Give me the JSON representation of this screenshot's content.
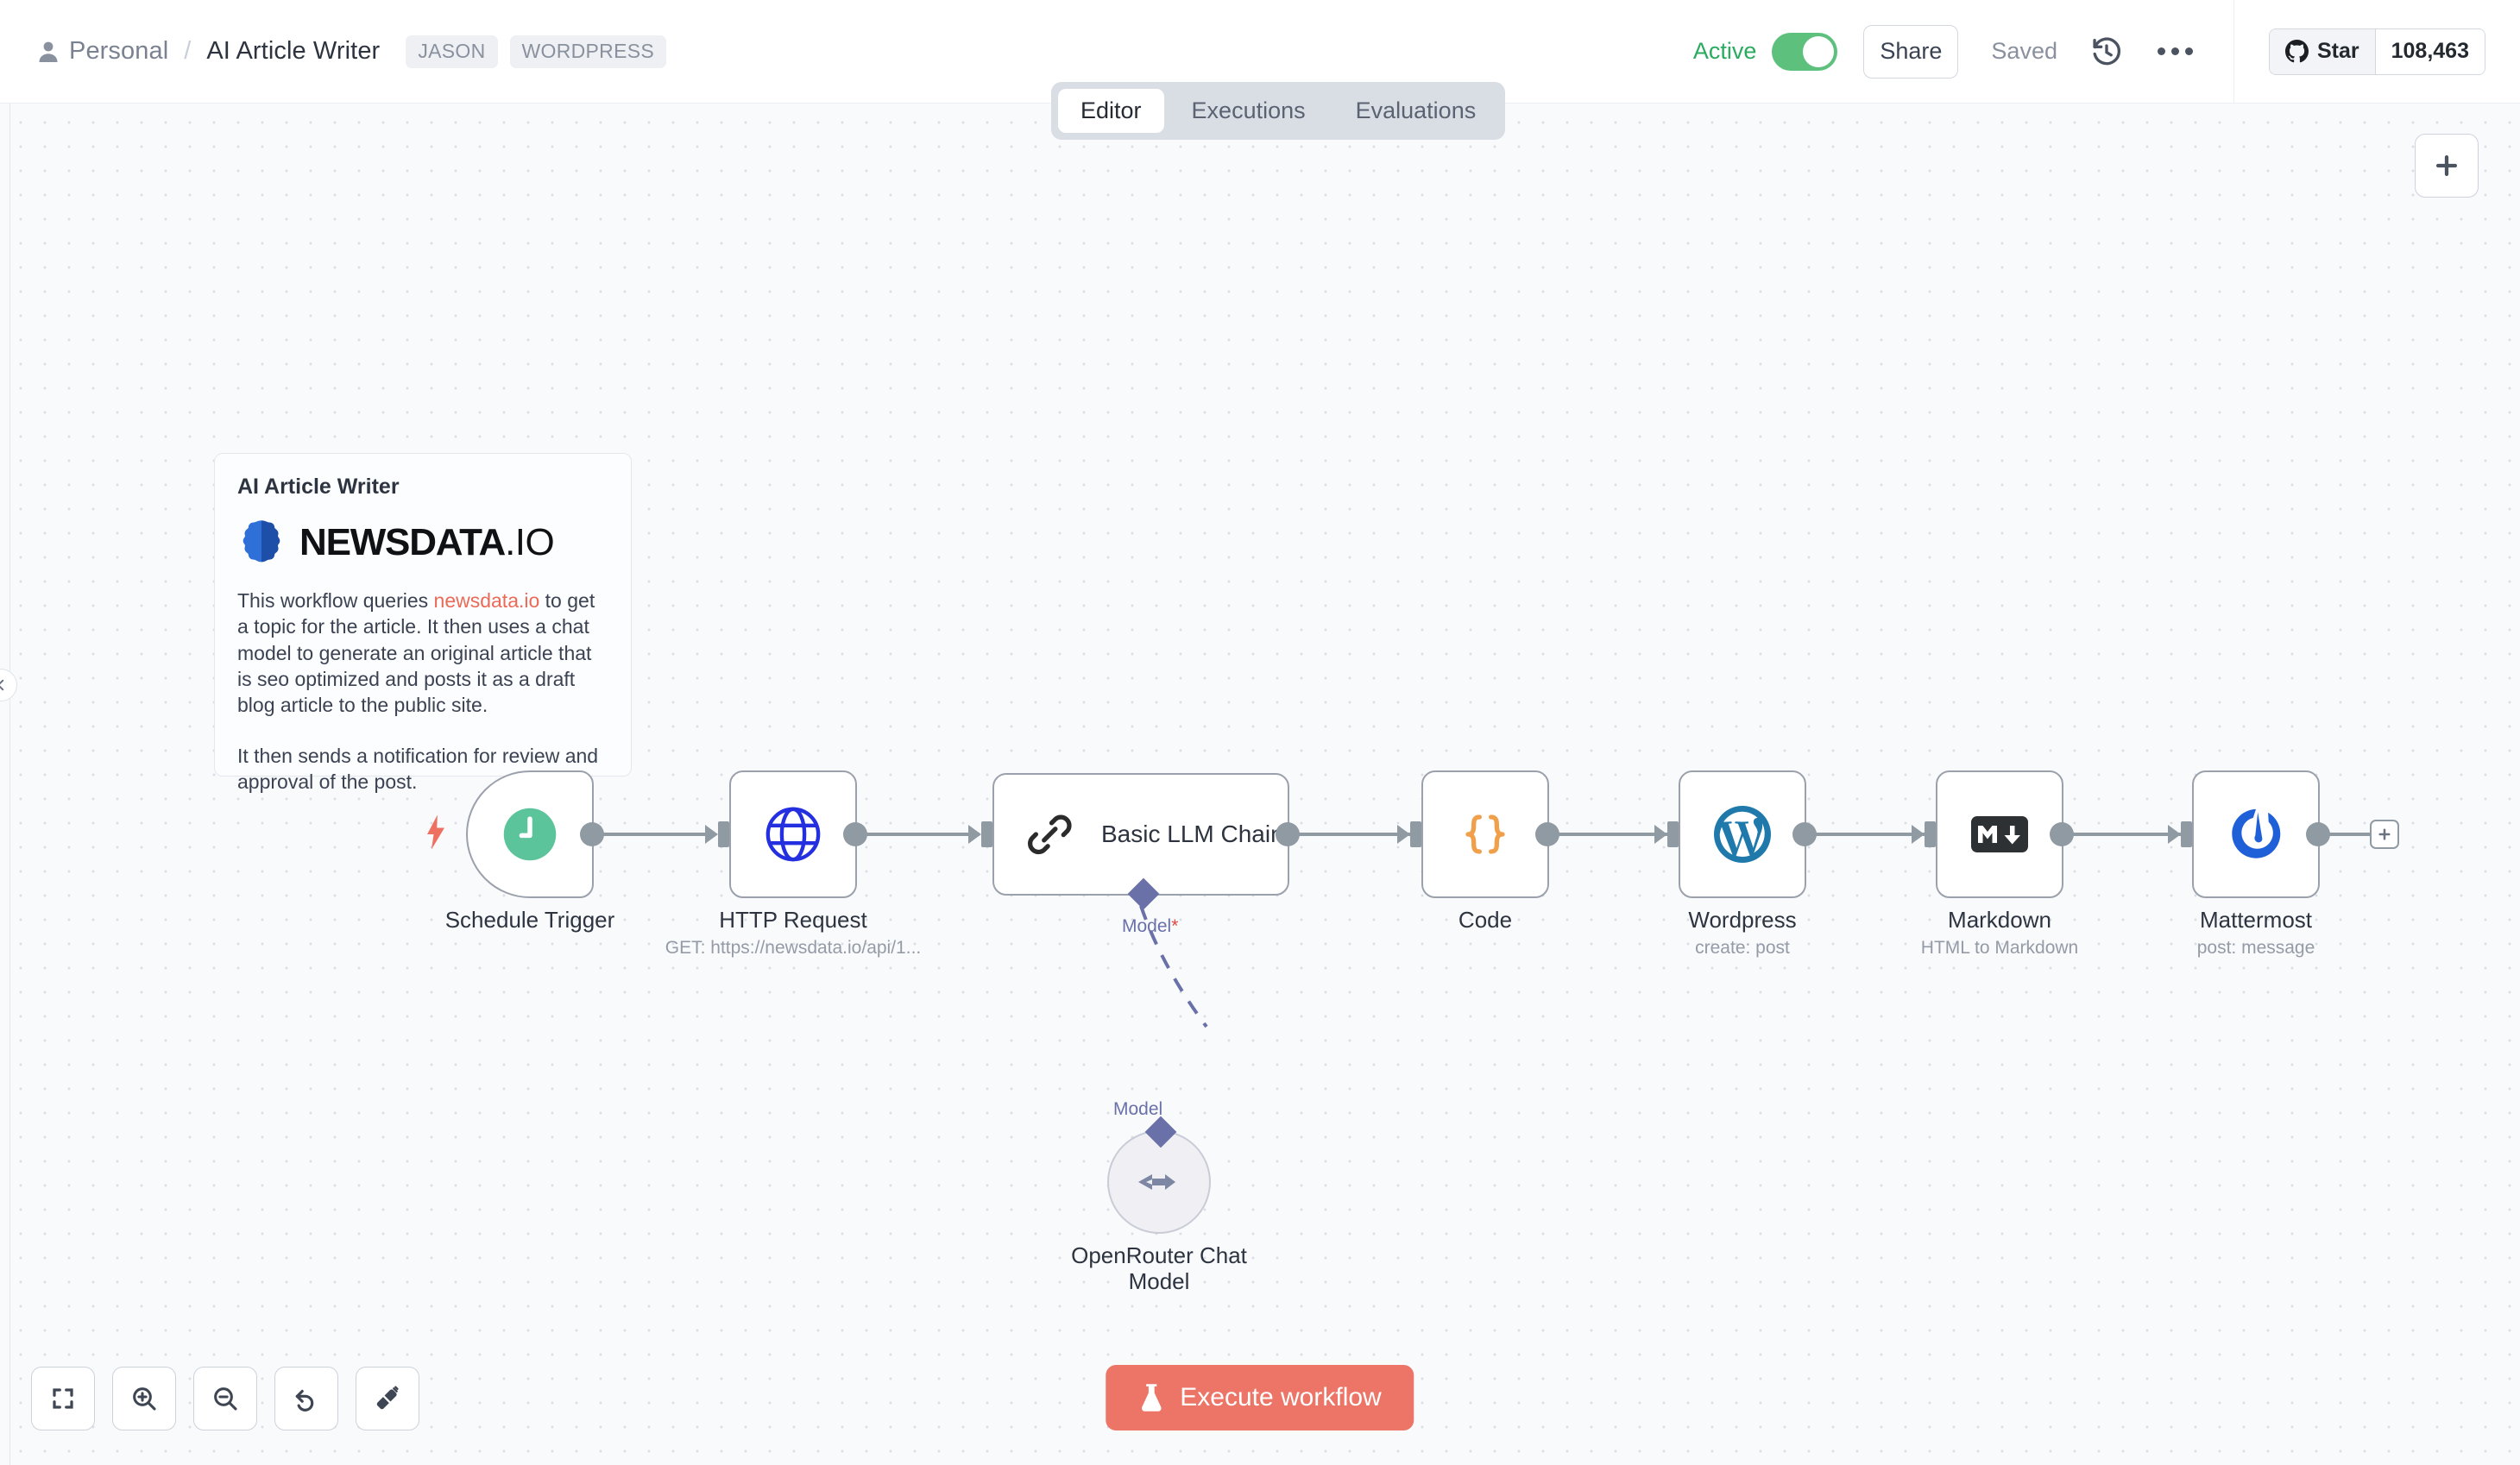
{
  "header": {
    "breadcrumb_project": "Personal",
    "breadcrumb_separator": "/",
    "workflow_name": "AI Article Writer",
    "tags": [
      "JASON",
      "WORDPRESS"
    ],
    "active_label": "Active",
    "active_state": "on",
    "share_label": "Share",
    "save_status": "Saved",
    "history_icon": "history-icon",
    "more_icon": "ellipsis-icon",
    "github": {
      "star_label": "Star",
      "star_count": "108,463",
      "icon": "github-icon"
    }
  },
  "tabs": [
    {
      "label": "Editor",
      "active": true
    },
    {
      "label": "Executions",
      "active": false
    },
    {
      "label": "Evaluations",
      "active": false
    }
  ],
  "sticky_note": {
    "title": "AI Article Writer",
    "brand_primary": "NEWSDATA",
    "brand_suffix": ".IO",
    "paragraph_1_a": "This workflow queries ",
    "paragraph_1_link": "newsdata.io",
    "paragraph_1_b": " to get a topic for the article. It then uses a chat model to generate an original article that is seo optimized and posts it as a draft blog article to the public site.",
    "paragraph_2": "It then sends a notification for review and approval of the post."
  },
  "nodes": [
    {
      "id": "schedule-trigger",
      "name": "Schedule Trigger",
      "subtitle": "",
      "icon": "clock-icon"
    },
    {
      "id": "http-request",
      "name": "HTTP Request",
      "subtitle": "GET: https://newsdata.io/api/1...",
      "icon": "globe-icon"
    },
    {
      "id": "basic-llm-chain",
      "name": "Basic LLM Chain",
      "subtitle": "",
      "icon": "chain-link-icon"
    },
    {
      "id": "code",
      "name": "Code",
      "subtitle": "",
      "icon": "curly-braces-icon"
    },
    {
      "id": "wordpress",
      "name": "Wordpress",
      "subtitle": "create: post",
      "icon": "wordpress-icon"
    },
    {
      "id": "markdown",
      "name": "Markdown",
      "subtitle": "HTML to Markdown",
      "icon": "markdown-icon"
    },
    {
      "id": "mattermost",
      "name": "Mattermost",
      "subtitle": "post: message",
      "icon": "mattermost-icon"
    }
  ],
  "sub_node": {
    "name_line_1": "OpenRouter Chat",
    "name_line_2": "Model",
    "icon": "openrouter-icon",
    "connection_label_top": "Model",
    "connection_required_marker": "*",
    "connection_label_bottom": "Model"
  },
  "canvas_controls": {
    "add_node_icon": "plus-icon",
    "collapse_icon": "chevron-left-icon",
    "end_add_icon": "plus-icon",
    "toolbar": [
      {
        "id": "fit-view",
        "icon": "fit-view-icon"
      },
      {
        "id": "zoom-in",
        "icon": "zoom-in-icon"
      },
      {
        "id": "zoom-out",
        "icon": "zoom-out-icon"
      },
      {
        "id": "reset-zoom",
        "icon": "reset-zoom-icon"
      },
      {
        "id": "tidy-up",
        "icon": "tidy-up-icon"
      }
    ],
    "execute_label": "Execute workflow",
    "execute_icon": "flask-icon"
  },
  "colors": {
    "accent_coral": "#ed7567",
    "active_green": "#5ec07d",
    "ai_purple": "#6a70a8",
    "canvas_bg": "#f9fafc"
  }
}
